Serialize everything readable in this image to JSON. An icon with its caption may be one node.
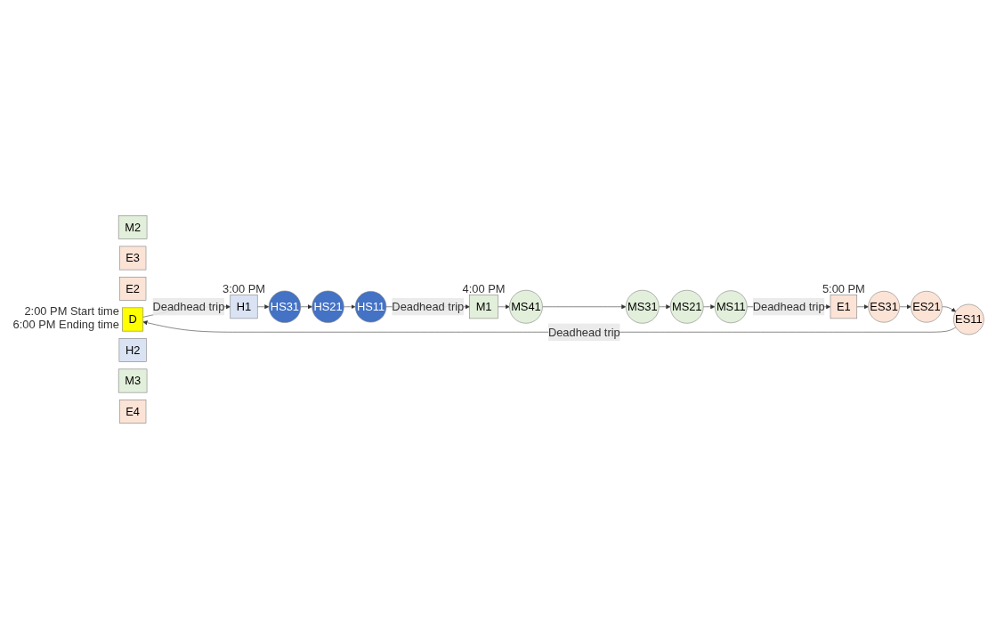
{
  "diagram": {
    "nodes": [
      {
        "text": [
          "M2"
        ]
      },
      {
        "text": [
          "E3"
        ]
      },
      {
        "text": [
          "E2"
        ]
      },
      {
        "text": [
          "D"
        ],
        "beside": [
          "2:00 PM Start time",
          "6:00 PM Ending time"
        ]
      },
      {
        "text": [
          "H1"
        ],
        "beside": [
          "3:00 PM"
        ]
      },
      {
        "text": [
          "HS31"
        ]
      },
      {
        "text": [
          "H2"
        ]
      },
      {
        "text": [
          "HS21"
        ]
      },
      {
        "text": [
          "HS11"
        ]
      },
      {
        "text": [
          "MS11"
        ]
      },
      {
        "text": [
          "ES31"
        ]
      },
      {
        "text": [
          "ES21"
        ]
      },
      {
        "text": [
          "ES11"
        ]
      },
      {
        "text": [
          "M1"
        ],
        "beside": [
          "4:00 PM"
        ]
      },
      {
        "text": [
          "M3"
        ]
      },
      {
        "text": [
          "E1"
        ],
        "beside": [
          "5:00 PM"
        ]
      },
      {
        "text": [
          "E4"
        ]
      },
      {
        "text": [
          "MS21"
        ]
      },
      {
        "text": [
          "MS41"
        ]
      },
      {
        "text": [
          "MS31"
        ]
      }
    ],
    "edges": [
      {
        "from": 3,
        "to": 4,
        "arrow": "to",
        "label": "Deadhead trip"
      },
      {
        "from": 4,
        "to": 5,
        "arrow": "to"
      },
      {
        "from": 5,
        "to": 7,
        "arrow": "to"
      },
      {
        "from": 7,
        "to": 8,
        "arrow": "to"
      },
      {
        "from": 8,
        "to": 13,
        "arrow": "to",
        "label": "Deadhead trip"
      },
      {
        "from": 13,
        "to": 18,
        "arrow": "to"
      },
      {
        "from": 18,
        "to": 19,
        "arrow": "to"
      },
      {
        "from": 19,
        "to": 17,
        "arrow": "to"
      },
      {
        "from": 17,
        "to": 9,
        "arrow": "to"
      },
      {
        "from": 9,
        "to": 15,
        "arrow": "to",
        "label": "Deadhead trip"
      },
      {
        "from": 15,
        "to": 10,
        "arrow": "to"
      },
      {
        "from": 10,
        "to": 11,
        "arrow": "to"
      },
      {
        "from": 11,
        "to": 12,
        "arrow": "to"
      },
      {
        "from": 12,
        "to": 3,
        "arrow": "to",
        "label": "Deadhead trip"
      }
    ]
  }
}
